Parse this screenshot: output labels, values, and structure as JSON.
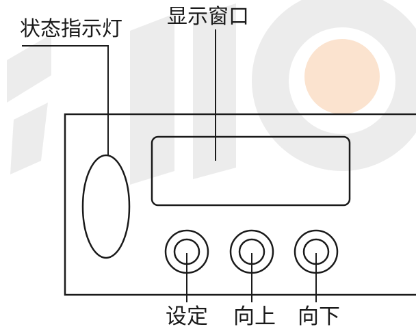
{
  "labels": {
    "status_light": "状态指示灯",
    "display_window": "显示窗口",
    "btn_set": "设定",
    "btn_up": "向上",
    "btn_down": "向下"
  },
  "colors": {
    "line": "#1a1a1a",
    "watermark_gray": "#e6e6e6",
    "watermark_accent": "#fbe3cf"
  }
}
